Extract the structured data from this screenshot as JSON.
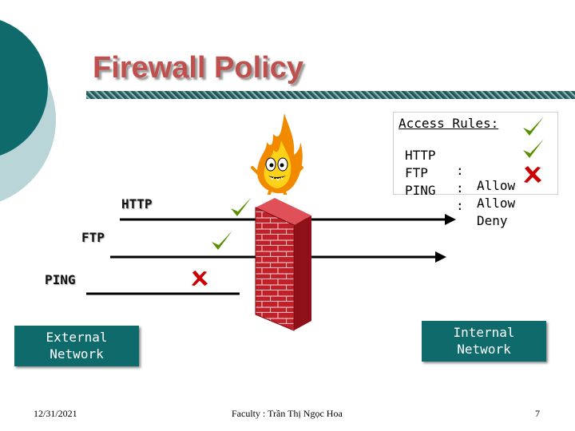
{
  "title": "Firewall Policy",
  "rules": {
    "heading": "Access Rules:",
    "items": [
      {
        "protocol": "HTTP",
        "sep": ":",
        "action": "Allow",
        "allowed": true
      },
      {
        "protocol": "FTP",
        "sep": ":",
        "action": "Allow",
        "allowed": true
      },
      {
        "protocol": "PING",
        "sep": ":",
        "action": "Deny",
        "allowed": false
      }
    ]
  },
  "traffic": [
    {
      "label": "HTTP",
      "allowed": true
    },
    {
      "label": "FTP",
      "allowed": true
    },
    {
      "label": "PING",
      "allowed": false
    }
  ],
  "networks": {
    "external": "External\nNetwork",
    "internal": "Internal\nNetwork"
  },
  "footer": {
    "date": "12/31/2021",
    "faculty": "Faculty : Trần Thị Ngọc Hoa",
    "page": "7"
  },
  "colors": {
    "accent_teal": "#0f6b6b",
    "title_red": "#c0504d",
    "check_green": "#5a8f00",
    "cross_red": "#cc0000",
    "brick_red": "#c0202a"
  },
  "icons": [
    "fire-mascot-icon",
    "brick-wall-icon",
    "check-icon",
    "cross-icon"
  ]
}
